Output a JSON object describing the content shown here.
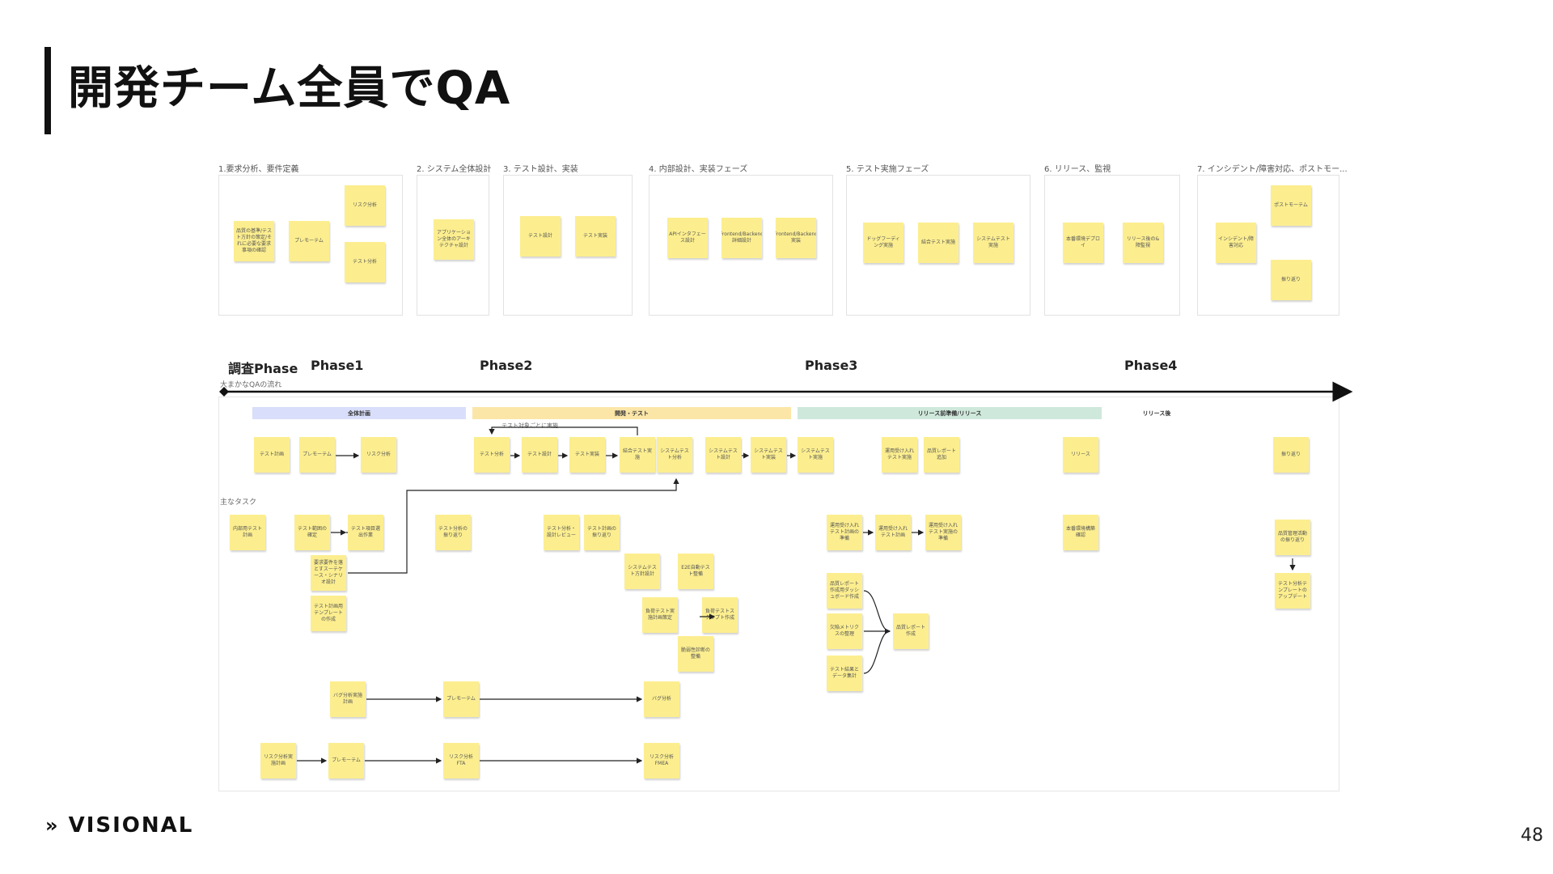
{
  "slide": {
    "title": "開発チーム全員でQA",
    "page_number": "48",
    "logo_text": "VISIONAL",
    "accent_color": "#111111",
    "sticky_color": "#fcee8f"
  },
  "process_columns": [
    {
      "title": "1.要求分析、要件定義",
      "notes": [
        "品質の基準/テスト方針の策定/それに必要な要求事項の確認",
        "プレモーテム",
        "リスク分析",
        "テスト分析"
      ]
    },
    {
      "title": "2. システム全体設計",
      "notes": [
        "アプリケーション全体のアーキテクチャ設計"
      ]
    },
    {
      "title": "3. テスト設計、実装",
      "notes": [
        "テスト設計",
        "テスト実装"
      ]
    },
    {
      "title": "4. 内部設計、実装フェーズ",
      "notes": [
        "APIインタフェース設計",
        "Frontend/Backend詳細設計",
        "Frontend/Backend実装"
      ]
    },
    {
      "title": "5. テスト実施フェーズ",
      "notes": [
        "ドッグフーディング実施",
        "結合テスト実施",
        "システムテスト実施"
      ]
    },
    {
      "title": "6. リリース、監視",
      "notes": [
        "本番環境デプロイ",
        "リリース後の&障監視"
      ]
    },
    {
      "title": "7. インシデント/障害対応、ポストモー...",
      "notes": [
        "ポストモーテム",
        "インシデント/障害対応",
        "振り返り"
      ]
    }
  ],
  "timeline": {
    "phases": [
      "調査Phase",
      "Phase1",
      "Phase2",
      "Phase3",
      "Phase4"
    ],
    "axis_label": "大まかなQAの流れ",
    "bands": [
      "全体計画",
      "開発・テスト",
      "リリース前準備/リリース",
      "リリース後"
    ],
    "loop_label": "テスト対象ごとに実施",
    "flow_notes": [
      "テスト計画",
      "プレモーテム",
      "リスク分析",
      "テスト分析",
      "テスト設計",
      "テスト実装",
      "結合テスト実施",
      "システムテスト分析",
      "システムテスト設計",
      "システムテスト実装",
      "システムテスト実施",
      "運用受け入れテスト実施",
      "品質レポート追加",
      "リリース",
      "振り返り"
    ]
  },
  "tasks": {
    "label": "主なタスク",
    "notes": [
      "内部用テスト計画",
      "テスト範囲の確定",
      "テスト項目選出作業",
      "要求要件を落とすスーテケース・シナリオ設計",
      "テスト計画用テンプレートの作成",
      "テスト分析の振り返り",
      "テスト分析・設計レビュー",
      "テスト計画の振り返り",
      "システムテスト方針設計",
      "E2E自動テスト整備",
      "負荷テスト実施計画策定",
      "負荷テストスクリプト作成",
      "脆弱性診断の整備",
      "運用受け入れテスト計画の準備",
      "運用受け入れテスト計画",
      "運用受け入れテスト実施の準備",
      "品質レポート作成用ダッシュボード作成",
      "品質レポート作成",
      "欠陥メトリクスの整理",
      "テスト結果とデータ集計",
      "本番環境構築確認",
      "品質管理活動の振り返り",
      "テスト分析テンプレートのアップデート",
      "バグ分析実施計画",
      "バグ分析",
      "リスク分析実施計画",
      "リスク分析 FTA",
      "リスク分析 FMEA",
      "プレモーテム"
    ]
  }
}
